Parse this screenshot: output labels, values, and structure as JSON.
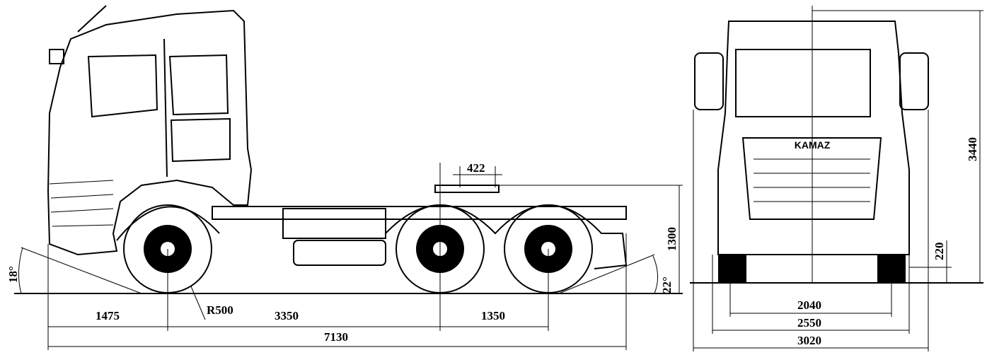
{
  "side_view": {
    "fifth_wheel_offset": "422",
    "fifth_wheel_height": "1300",
    "approach_angle": "18°",
    "departure_angle": "22°",
    "front_overhang": "1475",
    "turn_radius": "R500",
    "wheelbase_front": "3350",
    "wheelbase_rear": "1350",
    "overall_length": "7130"
  },
  "front_view": {
    "logo_text": "KAMAZ",
    "overall_height": "3440",
    "ground_clearance": "220",
    "track_width": "2040",
    "body_width": "2550",
    "mirror_width": "3020"
  }
}
